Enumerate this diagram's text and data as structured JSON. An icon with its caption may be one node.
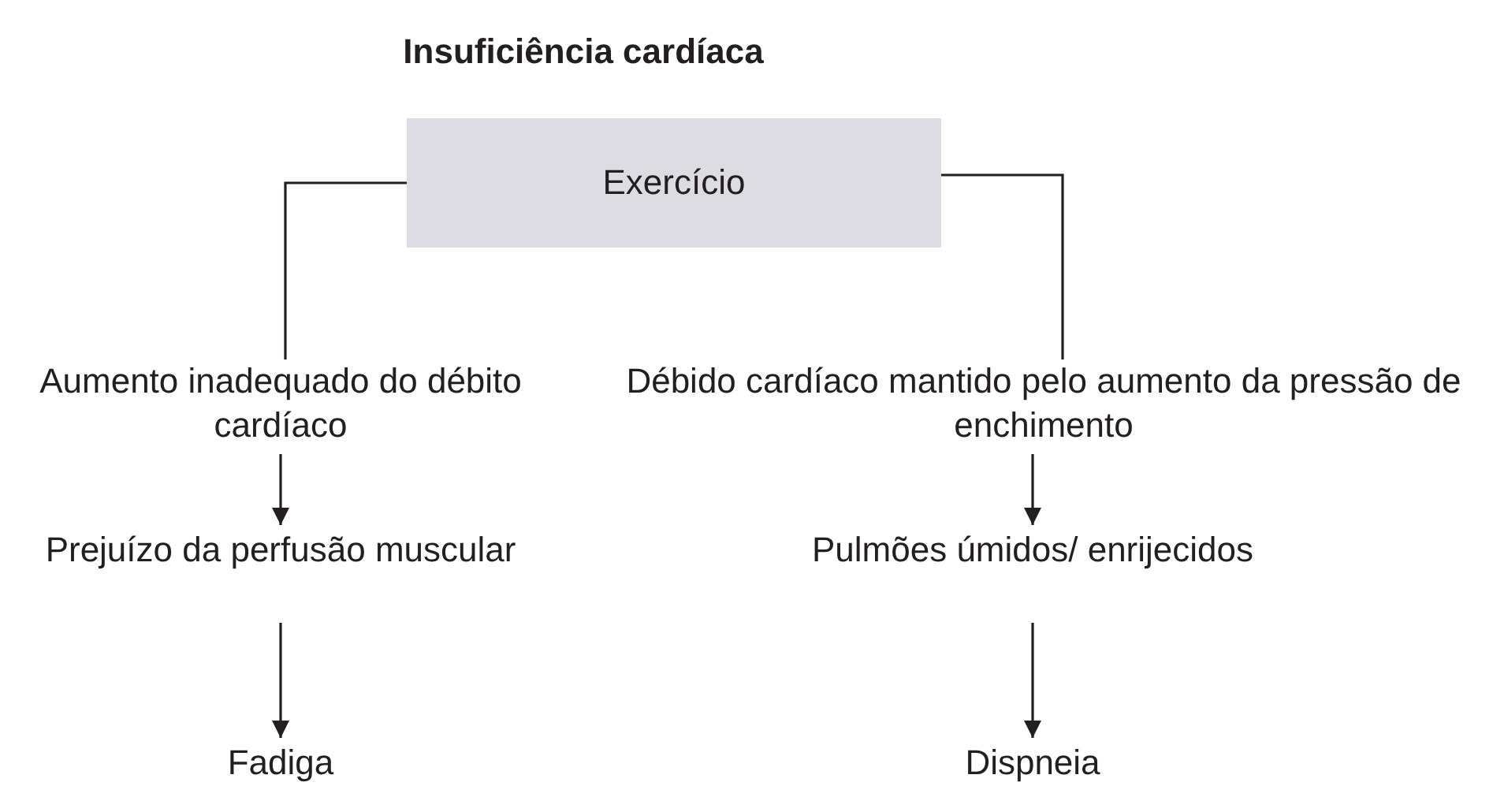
{
  "diagram": {
    "title": "Insuficiência cardíaca",
    "nodes": [
      {
        "text": [
          "Exercício"
        ]
      },
      {
        "text": [
          "Aumento inadequado do débito cardíaco"
        ]
      },
      {
        "text": [
          "Débido cardíaco mantido pelo aumento da pressão de enchimento"
        ]
      },
      {
        "text": [
          "Prejuízo da perfusão muscular"
        ]
      },
      {
        "text": [
          "Pulmões úmidos/ enrijecidos"
        ]
      },
      {
        "text": [
          "Fadiga"
        ]
      },
      {
        "text": [
          "Dispneia"
        ]
      }
    ],
    "edges": [
      {
        "from": 0,
        "to": 1,
        "arrow": "none"
      },
      {
        "from": 0,
        "to": 2,
        "arrow": "none"
      },
      {
        "from": 1,
        "to": 3,
        "arrow": "to"
      },
      {
        "from": 2,
        "to": 4,
        "arrow": "to"
      },
      {
        "from": 3,
        "to": 5,
        "arrow": "to"
      },
      {
        "from": 4,
        "to": 6,
        "arrow": "to"
      }
    ]
  }
}
